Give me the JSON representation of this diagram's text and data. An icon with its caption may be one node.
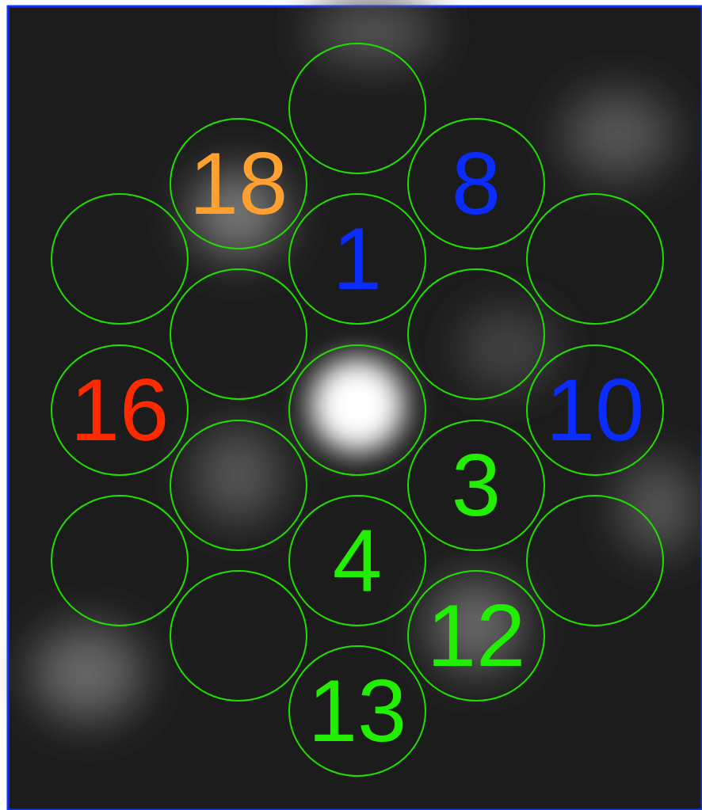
{
  "diagram": {
    "nodes": [
      {
        "text": [],
        "shape": "circle"
      },
      {
        "text": [
          "18"
        ]
      },
      {
        "text": [
          "8"
        ]
      },
      {
        "text": [],
        "shape": "circle"
      },
      {
        "text": [
          "1"
        ]
      },
      {
        "text": [],
        "shape": "circle"
      },
      {
        "text": [],
        "shape": "circle"
      },
      {
        "text": [],
        "shape": "circle"
      },
      {
        "text": [
          "16"
        ]
      },
      {
        "text": [],
        "shape": "circle"
      },
      {
        "text": [
          "10"
        ]
      },
      {
        "text": [],
        "shape": "circle"
      },
      {
        "text": [
          "3"
        ]
      },
      {
        "text": [],
        "shape": "circle"
      },
      {
        "text": [
          "4"
        ]
      },
      {
        "text": [],
        "shape": "circle"
      },
      {
        "text": [],
        "shape": "circle"
      },
      {
        "text": [
          "12"
        ]
      },
      {
        "text": [
          "13"
        ]
      }
    ]
  }
}
